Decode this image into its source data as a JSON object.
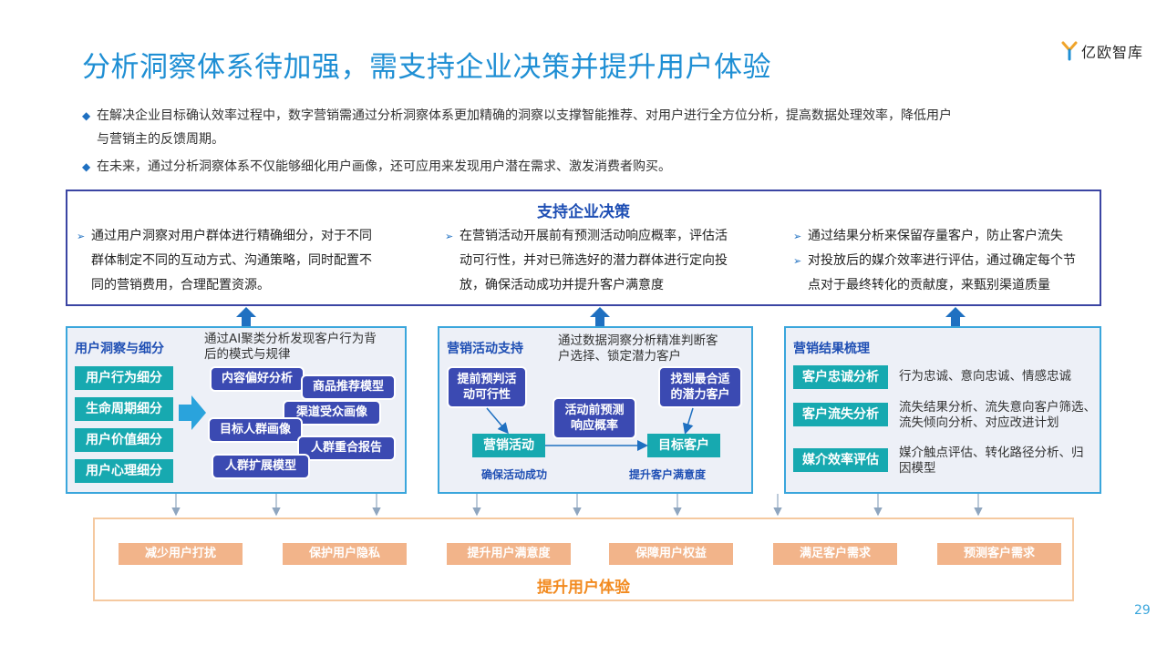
{
  "header": {
    "title": "分析洞察体系待加强，需支持企业决策并提升用户体验",
    "logo_text": "亿欧智库",
    "page_number": "29"
  },
  "bullets": [
    {
      "line1": "在解决企业目标确认效率过程中，数字营销需通过分析洞察体系更加精确的洞察以支撑智能推荐、对用户进行全方位分析，提高数据处理效率，降低用户",
      "line2": "与营销主的反馈周期。"
    },
    {
      "line1": "在未来，通过分析洞察体系不仅能够细化用户画像，还可应用来发现用户潜在需求、激发消费者购买。"
    }
  ],
  "decision": {
    "title": "支持企业决策",
    "col1": [
      "通过用户洞察对用户群体进行精确细分，对于不同",
      "群体制定不同的互动方式、沟通策略，同时配置不",
      "同的营销费用，合理配置资源。"
    ],
    "col2": [
      "在营销活动开展前有预测活动响应概率，评估活",
      "动可行性，并对已筛选好的潜力群体进行定向投",
      "放，确保活动成功并提升客户满意度"
    ],
    "col3": [
      {
        "lines": [
          "通过结果分析来保留存量客户，防止客户流失"
        ]
      },
      {
        "lines": [
          "对投放后的媒介效率进行评估，通过确定每个节",
          "点对于最终转化的贡献度，来甄别渠道质量"
        ]
      }
    ]
  },
  "panel1": {
    "title": "用户洞察与细分",
    "note": [
      "通过AI聚类分析发现客户行为背",
      "后的模式与规律"
    ],
    "segments": [
      "用户行为细分",
      "生命周期细分",
      "用户价值细分",
      "用户心理细分"
    ],
    "models": [
      "内容偏好分析",
      "商品推荐模型",
      "渠道受众画像",
      "目标人群画像",
      "人群重合报告",
      "人群扩展模型"
    ]
  },
  "panel2": {
    "title": "营销活动支持",
    "note": [
      "通过数据洞察分析精准判断客",
      "户选择、锁定潜力客户"
    ],
    "box_feasibility": [
      "提前预判活",
      "动可行性"
    ],
    "box_predict": [
      "活动前预测",
      "响应概率"
    ],
    "box_target": [
      "找到最合适",
      "的潜力客户"
    ],
    "box_campaign": "营销活动",
    "box_customer": "目标客户",
    "label_success": "确保活动成功",
    "label_satisfaction": "提升客户满意度"
  },
  "panel3": {
    "title": "营销结果梳理",
    "rows": [
      {
        "box": "客户忠诚分析",
        "desc": [
          "行为忠诚、意向忠诚、情感忠诚"
        ]
      },
      {
        "box": "客户流失分析",
        "desc": [
          "流失结果分析、流失意向客户筛选、",
          "流失倾向分析、对应改进计划"
        ]
      },
      {
        "box": "媒介效率评估",
        "desc": [
          "媒介触点评估、转化路径分析、归",
          "因模型"
        ]
      }
    ]
  },
  "experience": {
    "title": "提升用户体验",
    "items": [
      "减少用户打扰",
      "保护用户隐私",
      "提升用户满意度",
      "保障用户权益",
      "满足客户需求",
      "预测客户需求"
    ]
  },
  "colors": {
    "title_blue": "#1f8fd4",
    "frame_navy": "#3b45a3",
    "panel_border": "#3aa6dc",
    "teal": "#17a9b0",
    "purple": "#3b4ab2",
    "orange_box": "#f2b48a",
    "orange_title": "#f28a1f",
    "arrow_blue": "#1f70c1"
  }
}
